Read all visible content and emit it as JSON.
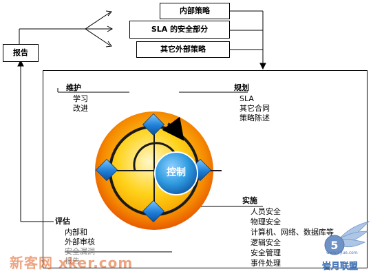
{
  "top_boxes": {
    "internal_policy": "内部策略",
    "sla_security": "SLA 的安全部分",
    "external_policy": "其它外部策略"
  },
  "report_box": "报告",
  "center_label": "控制",
  "sections": {
    "maintain": {
      "title": "维护",
      "items": [
        "学习",
        "改进"
      ]
    },
    "plan": {
      "title": "规划",
      "items": [
        "SLA",
        "其它合同",
        "策略陈述"
      ]
    },
    "implement": {
      "title": "实施",
      "items": [
        "人员安全",
        "物理安全",
        "计算机、网络、数据库等",
        "逻辑安全",
        "安全管理",
        "事件处理"
      ]
    },
    "evaluate": {
      "title": "评估",
      "items": [
        "内部和",
        "外部审核",
        "安全漏洞",
        "报告"
      ]
    }
  },
  "watermarks": {
    "left": "新客网 xker.com",
    "right": "岩月联盟",
    "right_small": "www.5yue.com"
  },
  "colors": {
    "circle_outer": "#ee6a00",
    "circle_inner": "#ffd21a",
    "diamond": "#1f7fd8",
    "center": "#2f9be0"
  }
}
